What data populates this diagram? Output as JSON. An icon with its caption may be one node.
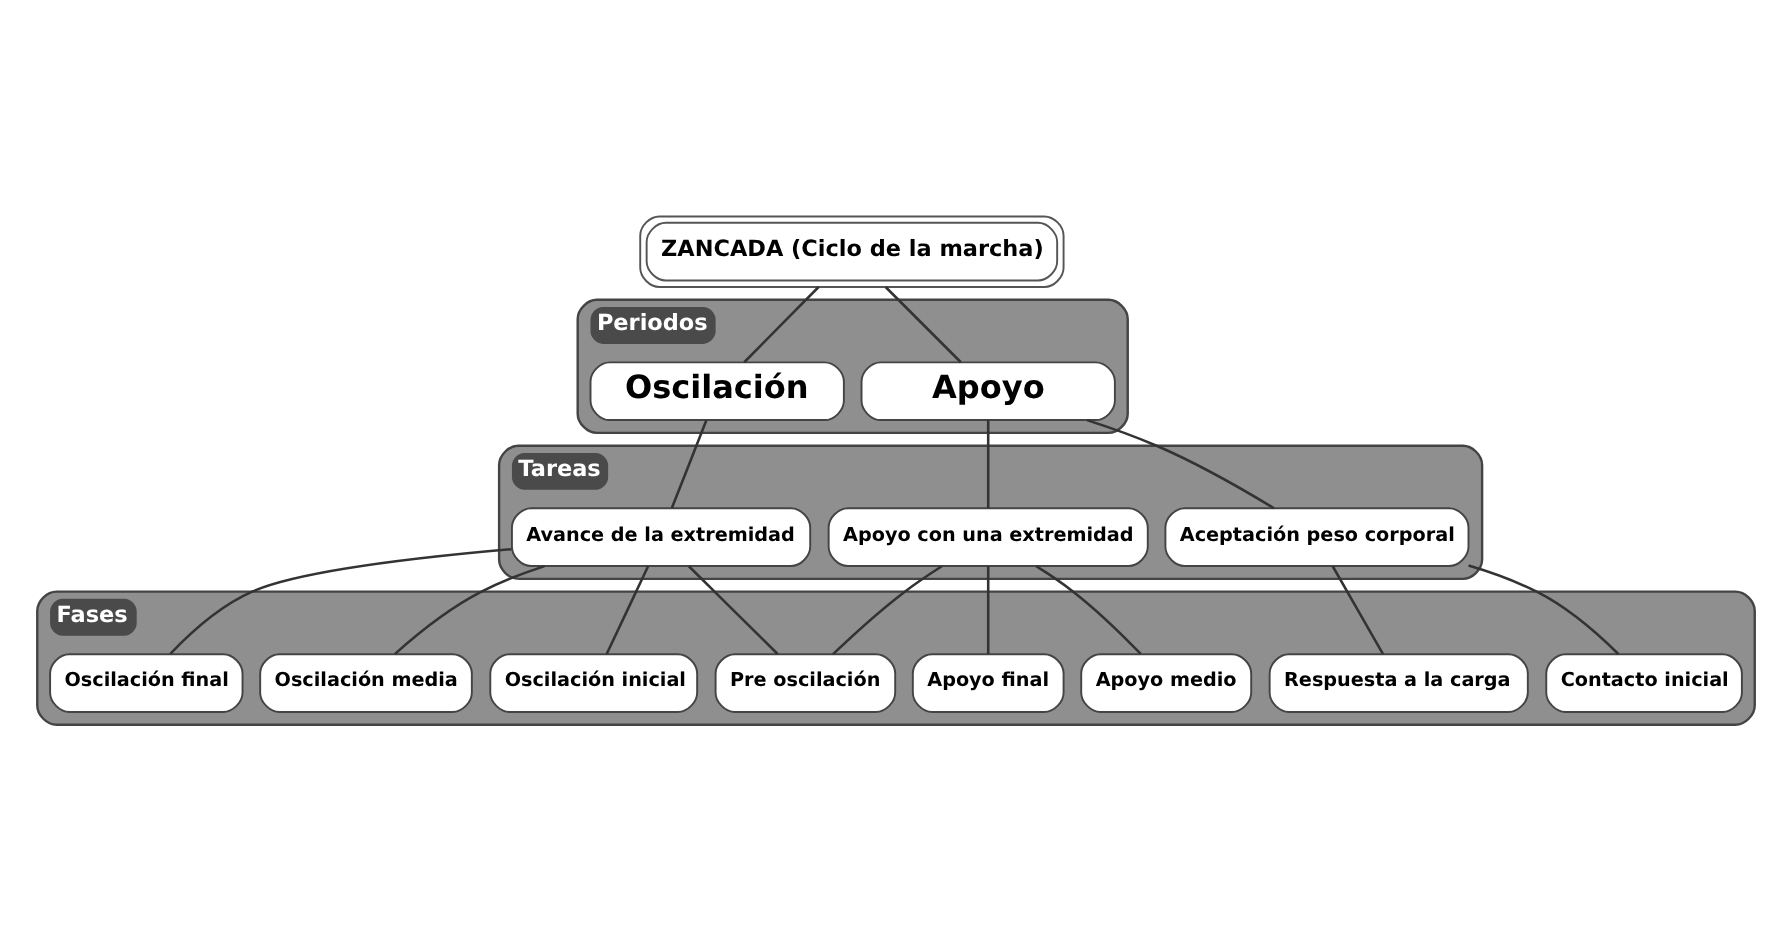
{
  "diagram": {
    "nodes": [
      {
        "text": [
          "ZANCADA (Ciclo de la marcha)"
        ]
      },
      {
        "text": [
          "Periodos"
        ]
      },
      {
        "text": [
          "Apoyo"
        ],
        "in": 1
      },
      {
        "text": [
          "Oscilación"
        ],
        "in": 1
      },
      {
        "text": [
          "Tareas"
        ]
      },
      {
        "text": [
          "Aceptación peso corporal"
        ],
        "in": 4
      },
      {
        "text": [
          "Apoyo con una extremidad"
        ],
        "in": 4
      },
      {
        "text": [
          "Avance de la extremidad"
        ],
        "in": 4
      },
      {
        "text": [
          "Fases"
        ]
      },
      {
        "text": [
          "Contacto inicial"
        ],
        "in": 8
      },
      {
        "text": [
          "Respuesta a la carga"
        ],
        "in": 8
      },
      {
        "text": [
          "Apoyo medio"
        ],
        "in": 8
      },
      {
        "text": [
          "Apoyo final"
        ],
        "in": 8
      },
      {
        "text": [
          "Pre oscilación"
        ],
        "in": 8
      },
      {
        "text": [
          "Oscilación inicial"
        ],
        "in": 8
      },
      {
        "text": [
          "Oscilación media"
        ],
        "in": 8
      },
      {
        "text": [
          "Oscilación final"
        ],
        "in": 8
      }
    ],
    "edges": [
      {
        "from": 0,
        "to": 2,
        "arrow": "none"
      },
      {
        "from": 0,
        "to": 3,
        "arrow": "none"
      },
      {
        "from": 2,
        "to": 5,
        "arrow": "none"
      },
      {
        "from": 2,
        "to": 6,
        "arrow": "none"
      },
      {
        "from": 3,
        "to": 7,
        "arrow": "none"
      },
      {
        "from": 5,
        "to": 9,
        "arrow": "none"
      },
      {
        "from": 5,
        "to": 10,
        "arrow": "none"
      },
      {
        "from": 6,
        "to": 11,
        "arrow": "none"
      },
      {
        "from": 6,
        "to": 12,
        "arrow": "none"
      },
      {
        "from": 6,
        "to": 13,
        "arrow": "none"
      },
      {
        "from": 7,
        "to": 13,
        "arrow": "none"
      },
      {
        "from": 7,
        "to": 14,
        "arrow": "none"
      },
      {
        "from": 7,
        "to": 15,
        "arrow": "none"
      },
      {
        "from": 7,
        "to": 16,
        "arrow": "none"
      }
    ]
  }
}
